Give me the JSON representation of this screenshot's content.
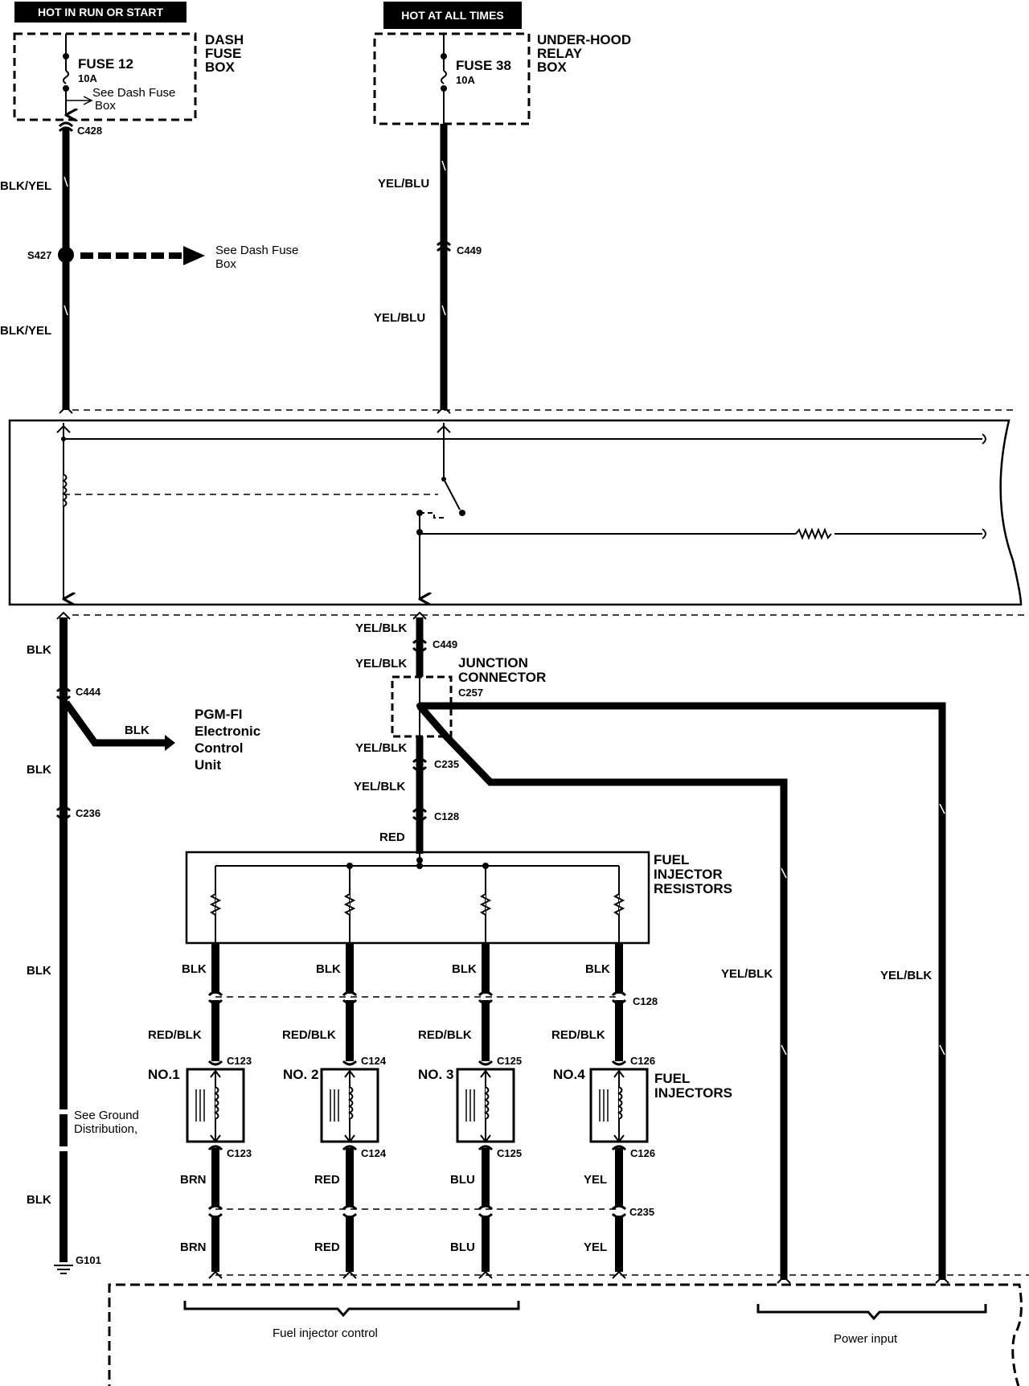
{
  "header": {
    "hot_run_start": "HOT IN RUN OR START",
    "hot_all_times": "HOT AT ALL TIMES"
  },
  "fuse_boxes": {
    "dash": {
      "title": [
        "DASH",
        "FUSE",
        "BOX"
      ],
      "fuse": "FUSE 12",
      "amps": "10A",
      "note": [
        "See Dash Fuse",
        "Box"
      ]
    },
    "underhood": {
      "title": [
        "UNDER-HOOD",
        "RELAY",
        "BOX"
      ],
      "fuse": "FUSE 38",
      "amps": "10A"
    }
  },
  "left_feed": {
    "c428": "C428",
    "wire1": "BLK/YEL",
    "s427": "S427",
    "see_dash": [
      "See Dash Fuse",
      "Box"
    ],
    "wire2": "BLK/YEL"
  },
  "right_feed": {
    "wire1": "YEL/BLU",
    "c449": "C449",
    "wire2": "YEL/BLU"
  },
  "ground_side": {
    "blk1": "BLK",
    "c444": "C444",
    "branch_wire": "BLK",
    "ecu": [
      "PGM-FI",
      "Electronic",
      "Control",
      "Unit"
    ],
    "blk2": "BLK",
    "c236": "C236",
    "blk3": "BLK",
    "see_ground": [
      "See Ground",
      "Distribution,"
    ],
    "blk4": "BLK",
    "g101": "G101"
  },
  "center_feed": {
    "yelblk1": "YEL/BLK",
    "c449": "C449",
    "yelblk2": "YEL/BLK",
    "junction": [
      "JUNCTION",
      "CONNECTOR"
    ],
    "c257": "C257",
    "yelblk3": "YEL/BLK",
    "c235": "C235",
    "yelblk4": "YEL/BLK",
    "c128": "C128",
    "red": "RED"
  },
  "resistors": {
    "title": [
      "FUEL",
      "INJECTOR",
      "RESISTORS"
    ]
  },
  "power_wires": {
    "left": "YEL/BLK",
    "right": "YEL/BLK"
  },
  "injectors": {
    "title": [
      "FUEL",
      "INJECTORS"
    ],
    "c128": "C128",
    "c235": "C235",
    "items": [
      {
        "no": "NO.1",
        "top_wire": "BLK",
        "mid_wire": "RED/BLK",
        "conn": "C123",
        "bot_wire1": "BRN",
        "bot_wire2": "BRN"
      },
      {
        "no": "NO. 2",
        "top_wire": "BLK",
        "mid_wire": "RED/BLK",
        "conn": "C124",
        "bot_wire1": "RED",
        "bot_wire2": "RED"
      },
      {
        "no": "NO. 3",
        "top_wire": "BLK",
        "mid_wire": "RED/BLK",
        "conn": "C125",
        "bot_wire1": "BLU",
        "bot_wire2": "BLU"
      },
      {
        "no": "NO.4",
        "top_wire": "BLK",
        "mid_wire": "RED/BLK",
        "conn": "C126",
        "bot_wire1": "YEL",
        "bot_wire2": "YEL"
      }
    ]
  },
  "bottom": {
    "fuel_control": "Fuel injector control",
    "power_input": "Power input"
  }
}
